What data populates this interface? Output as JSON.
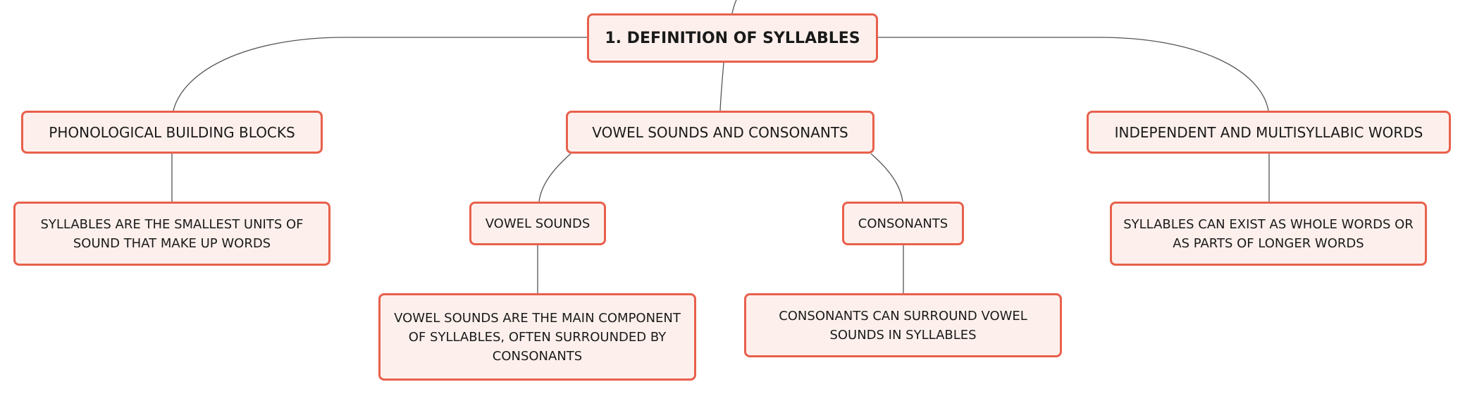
{
  "mindmap": {
    "root": {
      "label": "1. DEFINITION OF SYLLABLES"
    },
    "phonological": {
      "label": "PHONOLOGICAL BUILDING BLOCKS",
      "detail": "SYLLABLES ARE THE SMALLEST UNITS OF SOUND THAT MAKE UP WORDS"
    },
    "vowels_consonants": {
      "label": "VOWEL SOUNDS AND CONSONANTS",
      "vowel": {
        "label": "VOWEL SOUNDS",
        "detail": "VOWEL SOUNDS ARE THE MAIN COMPONENT OF SYLLABLES, OFTEN SURROUNDED BY CONSONANTS"
      },
      "consonant": {
        "label": "CONSONANTS",
        "detail": "CONSONANTS CAN SURROUND VOWEL SOUNDS IN SYLLABLES"
      }
    },
    "independent": {
      "label": "INDEPENDENT AND MULTISYLLABIC WORDS",
      "detail": "SYLLABLES CAN EXIST AS WHOLE WORDS OR AS PARTS OF LONGER WORDS"
    }
  },
  "colors": {
    "node_fill": "#fdf0ec",
    "node_border": "#e8604c",
    "connector": "#555555",
    "text": "#1a1a1a"
  }
}
